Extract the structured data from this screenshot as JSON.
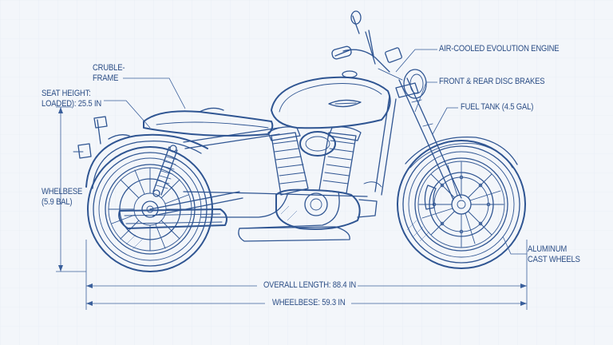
{
  "callouts": {
    "crucible_frame": [
      "CRUBLE-",
      "FRAME"
    ],
    "seat_height": [
      "SEAT HEIGHT:",
      "LOADED): 25.5 IN"
    ],
    "engine": "AIR-COOLED EVOLUTION ENGINE",
    "brakes": "FRONT & REAR DISC BRAKES",
    "fuel_tank": "FUEL TANK (4.5 GAL)",
    "wheelbase_side": [
      "WHELBESE",
      "(5.9 BAL)"
    ],
    "wheels": [
      "ALUMINUM",
      "CAST WHEELS"
    ]
  },
  "dimensions": {
    "overall_length": "OVERALL LENGTH: 88.4 IN",
    "wheelbase": "WHEELBESE: 59.3 IN"
  },
  "colors": {
    "background": "#f3f6fa",
    "ink": "#2f5592",
    "label": "#2c4e86"
  }
}
